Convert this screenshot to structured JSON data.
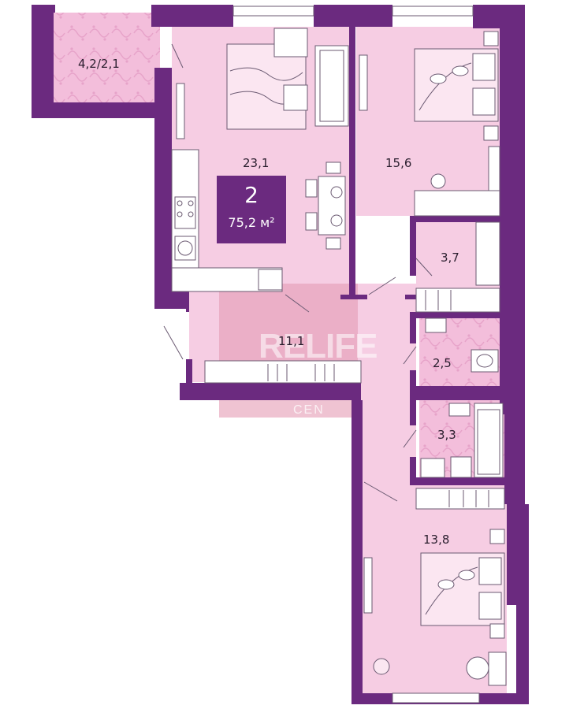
{
  "apartment": {
    "rooms_count": "2",
    "total_area": "75,2 м²"
  },
  "rooms": {
    "balcony": "4,2/2,1",
    "kitchen_living": "23,1",
    "bedroom_1": "15,6",
    "wardrobe": "3,7",
    "hall": "11,1",
    "wc": "2,5",
    "bathroom": "3,3",
    "bedroom_2": "13,8"
  },
  "watermark": {
    "brand": "RELIFE",
    "sub": "CEN"
  },
  "colors": {
    "wall": "#6b2a7f",
    "floor": "#f6cde3",
    "tile": "#f3bedb",
    "furniture": "#ffffff",
    "line": "#6b5a72"
  }
}
